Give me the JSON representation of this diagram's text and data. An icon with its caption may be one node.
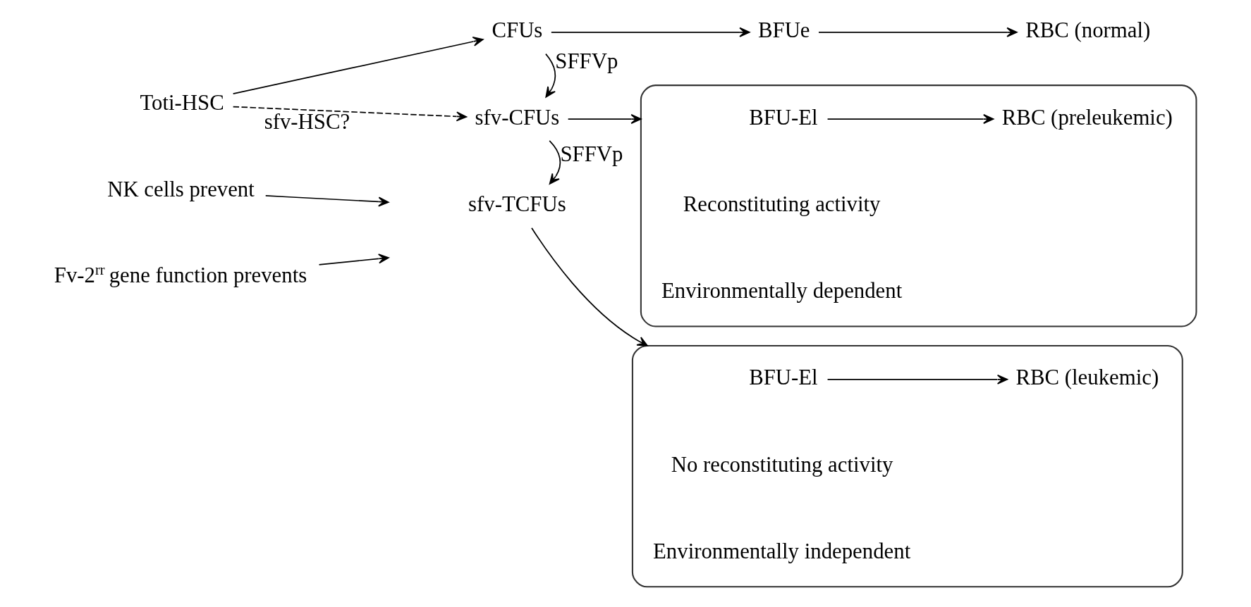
{
  "diagram": {
    "nodes": [
      {
        "text": [
          "Toti-HSC"
        ]
      },
      {
        "text": [
          "CFUs"
        ]
      },
      {
        "text": [
          "BFUe"
        ]
      },
      {
        "text": [
          "RBC (normal)"
        ]
      },
      {
        "text": [
          "NK cells prevent"
        ]
      },
      {
        "text": [
          "sfv-CFUs"
        ]
      },
      {
        "text": [],
        "shape": "brace"
      },
      {
        "text": [
          "BFU-El"
        ],
        "in": 6
      },
      {
        "text": [
          "RBC (preleukemic)"
        ],
        "in": 6
      },
      {
        "text": [
          "Reconstituting activity"
        ],
        "in": 6
      },
      {
        "text": [
          "Environmentally dependent"
        ],
        "in": 6
      },
      {
        "text": [
          "Fv-2$^{rr}$ gene function prevents"
        ]
      },
      {
        "text": [
          "sfv-TCFUs"
        ]
      },
      {
        "text": [],
        "shape": "brace"
      },
      {
        "text": [
          "BFU-El"
        ],
        "in": 13
      },
      {
        "text": [
          "RBC (leukemic)"
        ],
        "in": 13
      },
      {
        "text": [
          "No reconstituting activity"
        ],
        "in": 13
      },
      {
        "text": [
          "Environmentally independent"
        ],
        "in": 13
      }
    ],
    "edges": [
      {
        "from": 0,
        "to": 1,
        "arrow": "to"
      },
      {
        "from": 1,
        "to": 2,
        "arrow": "to"
      },
      {
        "from": 2,
        "to": 3,
        "arrow": "to"
      },
      {
        "from": 0,
        "to": 5,
        "arrow": "to",
        "style": "dashed",
        "label": "sfv-HSC?"
      },
      {
        "from": 1,
        "to": 5,
        "arrow": "to",
        "label": "SFFVp"
      },
      {
        "from": 4,
        "to": null,
        "arrow": "to"
      },
      {
        "from": 5,
        "to": 6,
        "arrow": "to"
      },
      {
        "from": 7,
        "to": 8,
        "arrow": "to"
      },
      {
        "from": 5,
        "to": 12,
        "arrow": "to",
        "label": "SFFVp"
      },
      {
        "from": 11,
        "to": null,
        "arrow": "to"
      },
      {
        "from": 12,
        "to": 13,
        "arrow": "to"
      },
      {
        "from": 14,
        "to": 15,
        "arrow": "to"
      }
    ]
  }
}
